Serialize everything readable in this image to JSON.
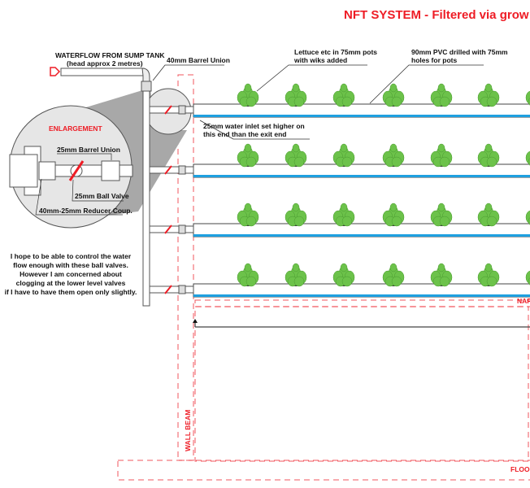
{
  "title": "NFT SYSTEM - Filtered via grow be",
  "labels": {
    "waterflow": "WATERFLOW FROM SUMP TANK",
    "waterflow_sub": "(head approx 2 metres)",
    "barrel_union_40": "40mm Barrel Union",
    "lettuce_1": "Lettuce etc in 75mm pots",
    "lettuce_2": "with wiks added",
    "pvc_1": "90mm PVC drilled with 75mm",
    "pvc_2": "holes for pots",
    "inlet_1": "25mm water inlet set higher on",
    "inlet_2": "this end than the exit end",
    "enlargement": "ENLARGEMENT",
    "barrel_union_25": "25mm Barrel Union",
    "ball_valve": "25mm Ball Valve",
    "reducer": "40mm-25mm Reducer Coup.",
    "wall_beam": "WALL BEAM",
    "narrow": "NARR",
    "floor": "FLOOR"
  },
  "note": [
    "I hope to be able to control the water",
    "flow enough with these ball valves.",
    "However I am concerned about",
    "clogging at the lower level valves",
    "if I have to have them open only slightly."
  ],
  "colors": {
    "accent": "#ee1c25",
    "water": "#1ea0e0",
    "plant": "#6cc24a",
    "pipe": "#e6e6e6"
  }
}
